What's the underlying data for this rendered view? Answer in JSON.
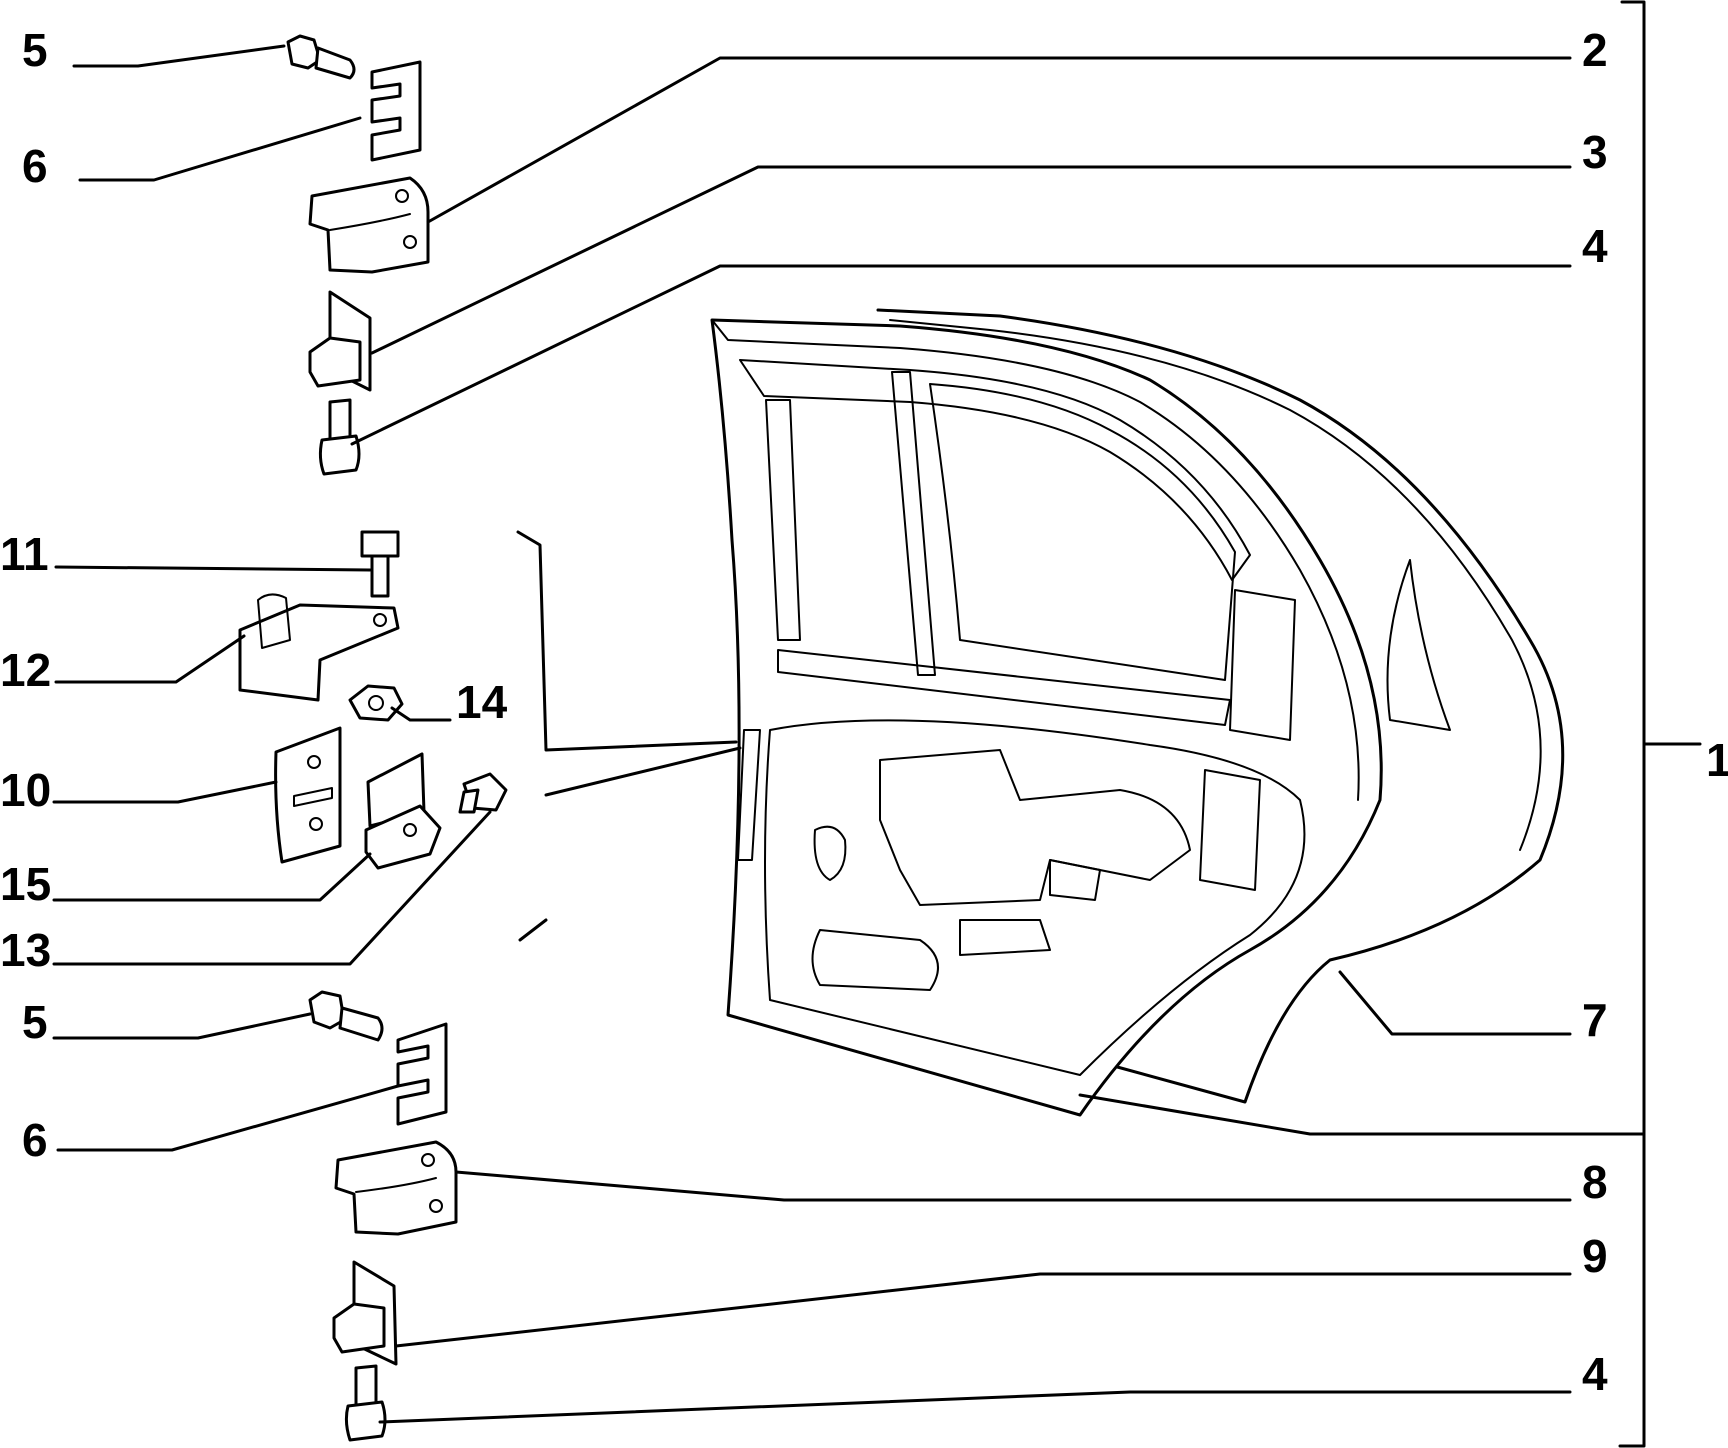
{
  "callouts": [
    {
      "id": "c5a",
      "text": "5"
    },
    {
      "id": "c6a",
      "text": "6"
    },
    {
      "id": "c2",
      "text": "2"
    },
    {
      "id": "c3",
      "text": "3"
    },
    {
      "id": "c4a",
      "text": "4"
    },
    {
      "id": "c11",
      "text": "11"
    },
    {
      "id": "c12",
      "text": "12"
    },
    {
      "id": "c14",
      "text": "14"
    },
    {
      "id": "c10",
      "text": "10"
    },
    {
      "id": "c15",
      "text": "15"
    },
    {
      "id": "c13",
      "text": "13"
    },
    {
      "id": "c1",
      "text": "1"
    },
    {
      "id": "c7",
      "text": "7"
    },
    {
      "id": "c5b",
      "text": "5"
    },
    {
      "id": "c6b",
      "text": "6"
    },
    {
      "id": "c8",
      "text": "8"
    },
    {
      "id": "c9",
      "text": "9"
    },
    {
      "id": "c4b",
      "text": "4"
    }
  ]
}
